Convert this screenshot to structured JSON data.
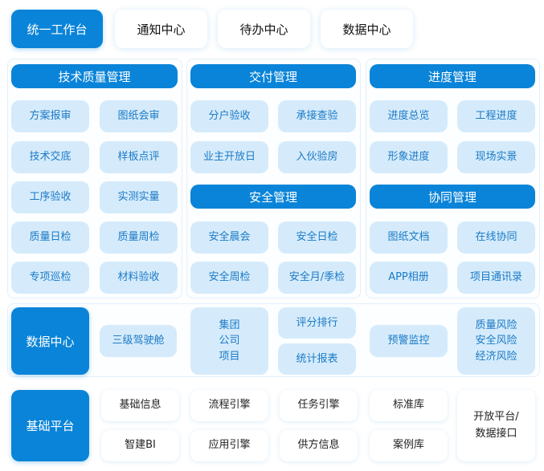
{
  "top_tabs": [
    "统一工作台",
    "通知中心",
    "待办中心",
    "数据中心"
  ],
  "modules": [
    {
      "title": "技术质量管理",
      "items": [
        "方案报审",
        "图纸会审",
        "技术交底",
        "样板点评",
        "工序验收",
        "实测实量",
        "质量日检",
        "质量周检",
        "专项巡检",
        "材料验收"
      ]
    },
    {
      "title": "交付管理",
      "items": [
        "分户验收",
        "承接查验",
        "业主开放日",
        "入伙验房"
      ]
    },
    {
      "title": "安全管理",
      "items": [
        "安全晨会",
        "安全日检",
        "安全周检",
        "安全月/季检"
      ]
    },
    {
      "title": "进度管理",
      "items": [
        "进度总览",
        "工程进度",
        "形象进度",
        "现场实景"
      ]
    },
    {
      "title": "协同管理",
      "items": [
        "图纸文档",
        "在线协同",
        "APP相册",
        "项目通讯录"
      ]
    }
  ],
  "data_center": {
    "title": "数据中心",
    "cockpit": "三级驾驶舱",
    "levels": [
      "集团",
      "公司",
      "项目"
    ],
    "ranking": "评分排行",
    "reports": "统计报表",
    "warning": "预警监控",
    "risks": [
      "质量风险",
      "安全风险",
      "经济风险"
    ]
  },
  "base_platform": {
    "title": "基础平台",
    "items": [
      "基础信息",
      "流程引擎",
      "任务引擎",
      "标准库",
      "智建BI",
      "应用引擎",
      "供方信息",
      "案例库"
    ],
    "open": [
      "开放平台/",
      "数据接口"
    ]
  }
}
